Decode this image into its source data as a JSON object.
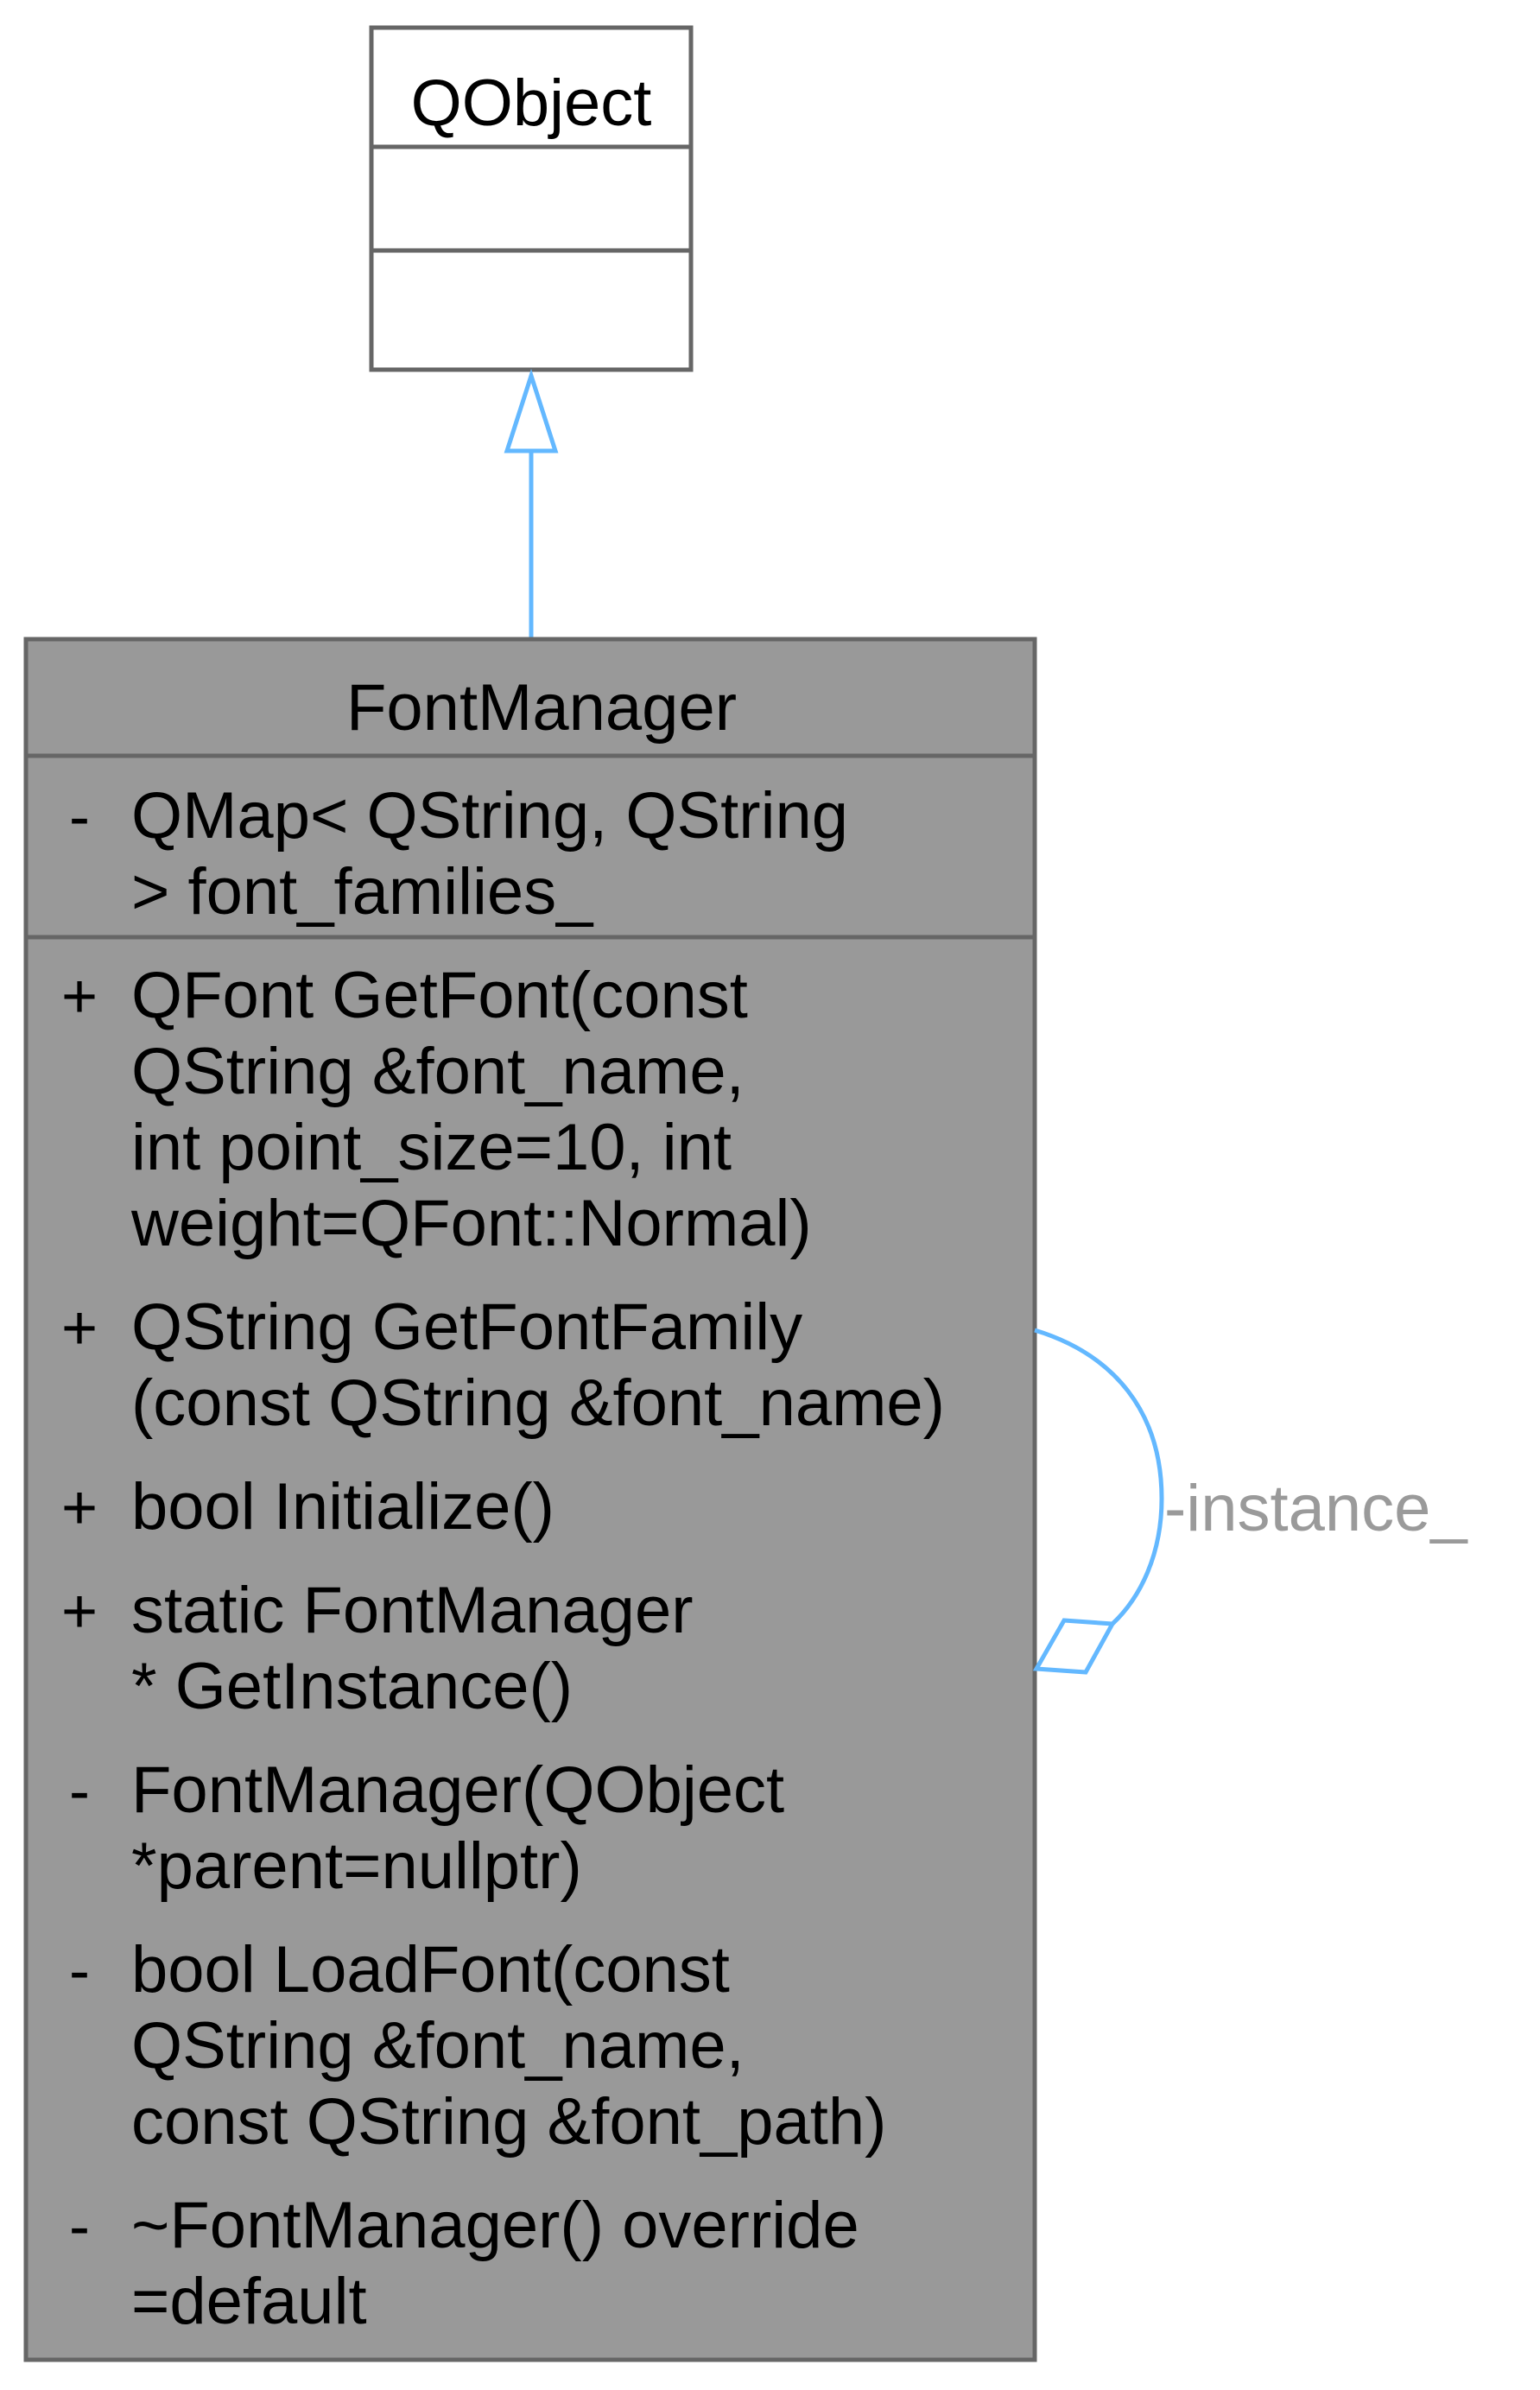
{
  "colors": {
    "border": "#666666",
    "base_fill": "#ffffff",
    "main_fill": "#999999",
    "edge": "#63b8ff",
    "edge_label": "#9a9a9a",
    "text": "#000000"
  },
  "base_class": {
    "name": "QObject",
    "attributes": [],
    "methods": []
  },
  "main_class": {
    "name": "FontManager",
    "attributes": [
      {
        "visibility": "-",
        "lines": [
          "QMap< QString, QString",
          "> font_families_"
        ]
      }
    ],
    "methods": [
      {
        "visibility": "+",
        "lines": [
          "QFont GetFont(const",
          "QString &font_name,",
          "int point_size=10, int",
          "weight=QFont::Normal)"
        ]
      },
      {
        "visibility": "+",
        "lines": [
          "QString GetFontFamily",
          "(const QString &font_name)"
        ]
      },
      {
        "visibility": "+",
        "lines": [
          "bool Initialize()"
        ]
      },
      {
        "visibility": "+",
        "lines": [
          "static FontManager",
          "* GetInstance()"
        ]
      },
      {
        "visibility": "-",
        "lines": [
          "FontManager(QObject",
          "*parent=nullptr)"
        ]
      },
      {
        "visibility": "-",
        "lines": [
          "bool LoadFont(const",
          "QString &font_name,",
          "const QString &font_path)"
        ]
      },
      {
        "visibility": "-",
        "lines": [
          "~FontManager() override",
          "=default"
        ]
      }
    ]
  },
  "relations": {
    "inheritance": {
      "from": "FontManager",
      "to": "QObject"
    },
    "self_association": {
      "label": "-instance_"
    }
  }
}
